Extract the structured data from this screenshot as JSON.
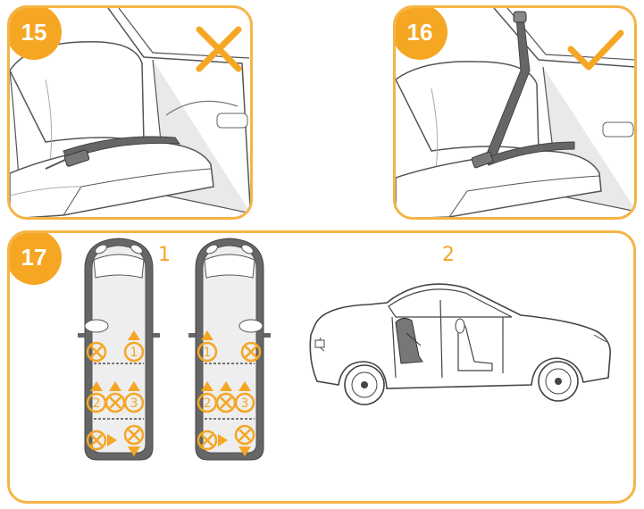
{
  "step15": {
    "number": "15",
    "verdict_icon": "cross-mark"
  },
  "step16": {
    "number": "16",
    "verdict_icon": "check-mark"
  },
  "step17": {
    "number": "17",
    "label_1": "1",
    "label_2": "2",
    "diagram_1": {
      "positions": [
        "1",
        "2",
        "3"
      ]
    },
    "diagram_2": {
      "positions": [
        "1",
        "2",
        "3"
      ]
    }
  },
  "colors": {
    "accent": "#f5a623",
    "border": "#f5b446",
    "line": "#555555"
  }
}
